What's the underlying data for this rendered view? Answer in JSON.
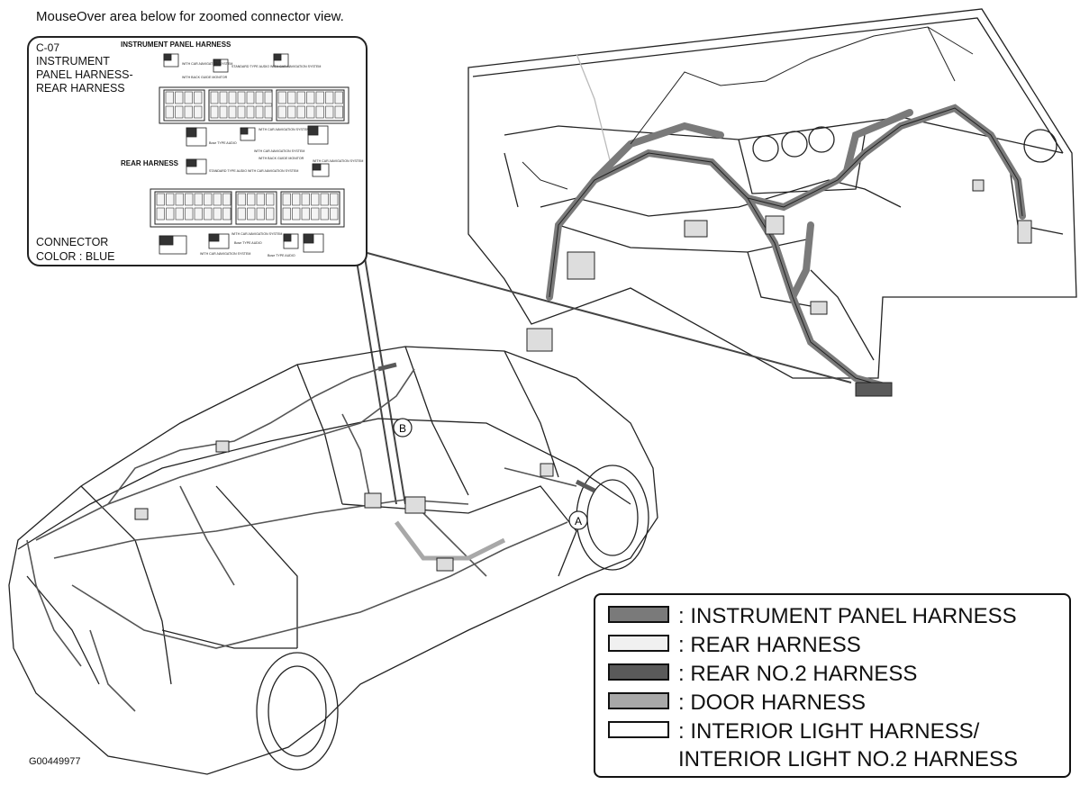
{
  "instruction": "MouseOver area below for zoomed connector view.",
  "figure_id": "G00449977",
  "inset": {
    "code": "C-07",
    "title": "INSTRUMENT\nPANEL HARNESS-\nREAR HARNESS",
    "header_instrument": "INSTRUMENT PANEL HARNESS",
    "header_rear": "REAR HARNESS",
    "connector_color": "CONNECTOR\nCOLOR : BLUE",
    "tiny_notes": [
      "WITH CAR-NAVIGATION SYSTEM",
      "WITH BACK GUIDE MONITOR",
      "STANDARD TYPE AUDIO WITH CAR-NAVIGATION SYSTEM",
      "WITH CAR-NAVIGATION SYSTEM",
      "Bose TYPE AUDIO",
      "WITH CAR-NAVIGATION SYSTEM",
      "WITH BACK GUIDE MONITOR",
      "STANDARD TYPE AUDIO WITH CAR-NAVIGATION SYSTEM",
      "WITH CAR-NAVIGATION SYSTEM",
      "WITH CAR-NAVIGATION SYSTEM",
      "Bose TYPE AUDIO",
      "WITH CAR-NAVIGATION SYSTEM",
      "Bose TYPE AUDIO"
    ]
  },
  "callouts": {
    "a": "A",
    "b": "B"
  },
  "legend": [
    {
      "label": ": INSTRUMENT PANEL HARNESS",
      "color": "#7a7a7a"
    },
    {
      "label": ": REAR HARNESS",
      "color": "#f0f0f0"
    },
    {
      "label": ": REAR NO.2 HARNESS",
      "color": "#5a5a5a"
    },
    {
      "label": ": DOOR HARNESS",
      "color": "#a8a8a8"
    },
    {
      "label": ": INTERIOR LIGHT HARNESS/\nINTERIOR LIGHT NO.2 HARNESS",
      "color": "#ffffff"
    }
  ]
}
